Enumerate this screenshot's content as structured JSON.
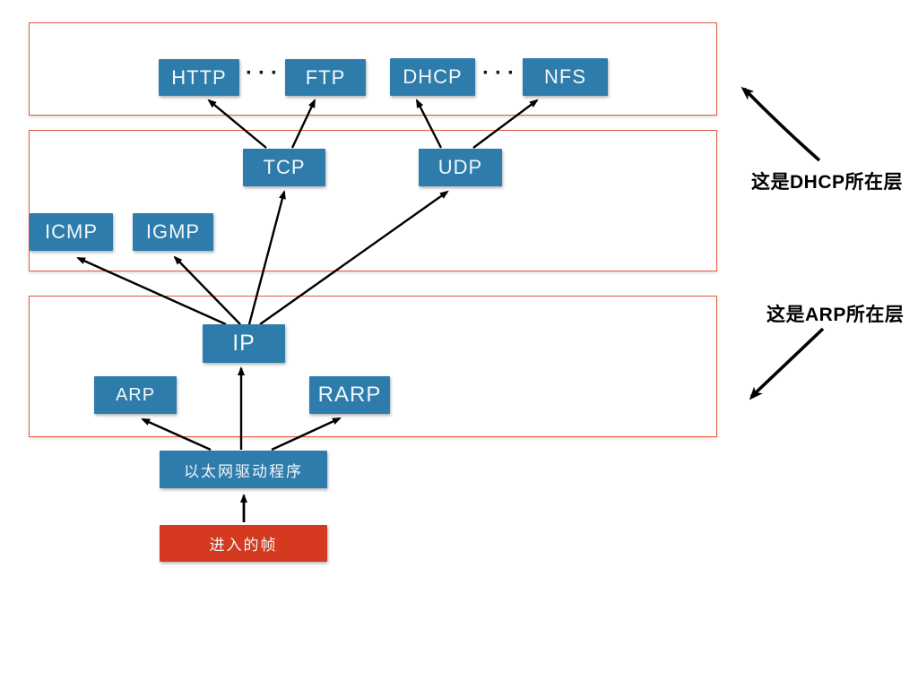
{
  "diagram": {
    "description": "TCP/IP protocol layering diagram (incoming frame demultiplexing)",
    "nodes": {
      "http": "HTTP",
      "ftp": "FTP",
      "dhcp": "DHCP",
      "nfs": "NFS",
      "tcp": "TCP",
      "udp": "UDP",
      "icmp": "ICMP",
      "igmp": "IGMP",
      "ip": "IP",
      "arp": "ARP",
      "rarp": "RARP",
      "ethernet": "以太网驱动程序",
      "frame": "进入的帧"
    },
    "dots": {
      "left": "···",
      "right": "···"
    },
    "annotations": {
      "dhcp_layer": "这是DHCP所在层",
      "arp_layer": "这是ARP所在层"
    },
    "edges": [
      {
        "from": "tcp",
        "to": "http"
      },
      {
        "from": "tcp",
        "to": "ftp"
      },
      {
        "from": "udp",
        "to": "dhcp"
      },
      {
        "from": "udp",
        "to": "nfs"
      },
      {
        "from": "ip",
        "to": "icmp"
      },
      {
        "from": "ip",
        "to": "igmp"
      },
      {
        "from": "ip",
        "to": "tcp"
      },
      {
        "from": "ip",
        "to": "udp"
      },
      {
        "from": "ethernet",
        "to": "arp"
      },
      {
        "from": "ethernet",
        "to": "ip"
      },
      {
        "from": "ethernet",
        "to": "rarp"
      },
      {
        "from": "frame",
        "to": "ethernet"
      }
    ],
    "annotation_arrows": [
      {
        "label": "这是DHCP所在层",
        "points_to": "application-layer-box"
      },
      {
        "label": "这是ARP所在层",
        "points_to": "network-layer-box"
      }
    ],
    "colors": {
      "node_blue": "#2e7cab",
      "node_red": "#d53a20",
      "layer_border": "#e2593f",
      "arrow_black": "#000000",
      "node_text": "#f2f7fa"
    }
  }
}
